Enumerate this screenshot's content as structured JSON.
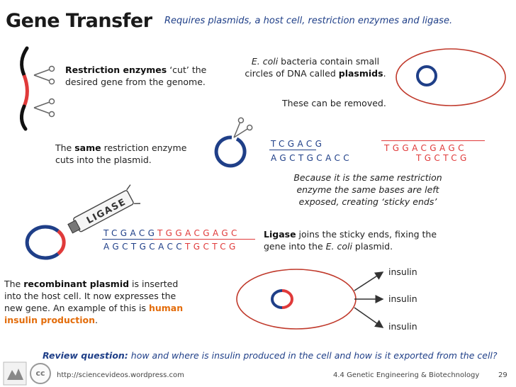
{
  "slide": {
    "title": "Gene Transfer",
    "subtitle": "Requires plasmids, a host cell, restriction enzymes and ligase."
  },
  "restriction": {
    "bold": "Restriction enzymes",
    "rest1": " ‘cut’ the",
    "line2": "desired gene from the genome."
  },
  "ecoli": {
    "italic": "E. coli",
    "rest1": " bacteria contain small",
    "line2a": "circles of DNA called ",
    "bold": "plasmids",
    "line2b": ".",
    "line3": "These can be removed."
  },
  "same": {
    "pre": "The ",
    "bold": "same",
    "rest1": " restriction enzyme",
    "line2": "cuts into the plasmid."
  },
  "dna": {
    "top_left": "TCGACG",
    "bottom_left": "AGCTGCACC",
    "top_right": "TGGACGAGC",
    "bottom_right": "TGCTCG"
  },
  "sticky": {
    "line1": "Because it is the same restriction",
    "line2": "enzyme the same bases are left",
    "line3": "exposed, creating ‘sticky ends’"
  },
  "ligase_label": "LIGASE",
  "ligase": {
    "bold": "Ligase",
    "rest1": " joins the sticky ends, fixing the",
    "line2a": "gene into the ",
    "italic": "E. coli",
    "line2b": " plasmid."
  },
  "recombinant": {
    "pre": "The ",
    "bold": "recombinant plasmid",
    "rest1": " is inserted",
    "line2": "into the host cell. It now expresses the",
    "line3a": "new gene. An example of this is ",
    "orange1": "human",
    "orange2": "insulin production",
    "line4b": "."
  },
  "insulin_labels": [
    "insulin",
    "insulin",
    "insulin"
  ],
  "review": {
    "bold": "Review question:",
    "rest": " how and where is insulin produced in the cell and how is it exported from the cell?"
  },
  "footer": {
    "url": "http://sciencevideos.wordpress.com",
    "course": "4.4 Genetic Engineering & Biotechnology",
    "page": "29",
    "cc_logo": "cc"
  },
  "colors": {
    "blue": "#1f3f88",
    "red": "#e03a3a",
    "orange": "#e36c0a"
  }
}
